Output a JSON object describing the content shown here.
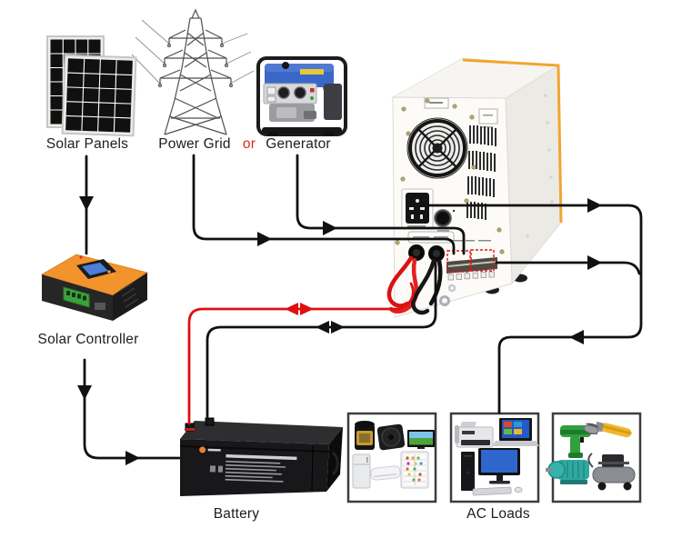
{
  "diagram": {
    "type": "solar-inverter-system-wiring-diagram",
    "labels": {
      "solar_panels": "Solar Panels",
      "power_grid": "Power Grid",
      "or": "or",
      "generator": "Generator",
      "solar_controller": "Solar Controller",
      "battery": "Battery",
      "ac_loads": "AC Loads"
    },
    "colors": {
      "wire_black": "#111111",
      "wire_red": "#e01010",
      "or_text": "#e0281e",
      "inverter_accent_orange": "#f2a52e",
      "controller_orange": "#f2932c",
      "controller_lcd_blue": "#4b7fd8",
      "generator_blue": "#3a68c8",
      "load_box_border": "#3d3d3d"
    },
    "components": [
      "solar-panels",
      "power-grid-tower",
      "generator",
      "inverter",
      "solar-controller",
      "battery",
      "ac-loads-home-appliances",
      "ac-loads-office-electronics",
      "ac-loads-power-tools"
    ],
    "connections": [
      {
        "from": "solar-panels",
        "to": "solar-controller",
        "color": "black",
        "direction": "one-way"
      },
      {
        "from": "solar-controller",
        "to": "battery",
        "color": "black",
        "direction": "one-way"
      },
      {
        "from": "power-grid",
        "to": "inverter-ac-input",
        "color": "black",
        "direction": "one-way"
      },
      {
        "from": "generator",
        "to": "inverter-ac-input",
        "color": "black",
        "direction": "one-way"
      },
      {
        "from": "battery",
        "to": "inverter-battery-terminal-positive",
        "color": "red",
        "direction": "bidirectional"
      },
      {
        "from": "battery",
        "to": "inverter-battery-terminal-negative",
        "color": "black",
        "direction": "bidirectional"
      },
      {
        "from": "inverter-ac-socket",
        "to": "ac-loads",
        "color": "black",
        "direction": "one-way"
      },
      {
        "from": "inverter-ac-output-terminal",
        "to": "ac-loads",
        "color": "black",
        "direction": "one-way"
      }
    ]
  }
}
